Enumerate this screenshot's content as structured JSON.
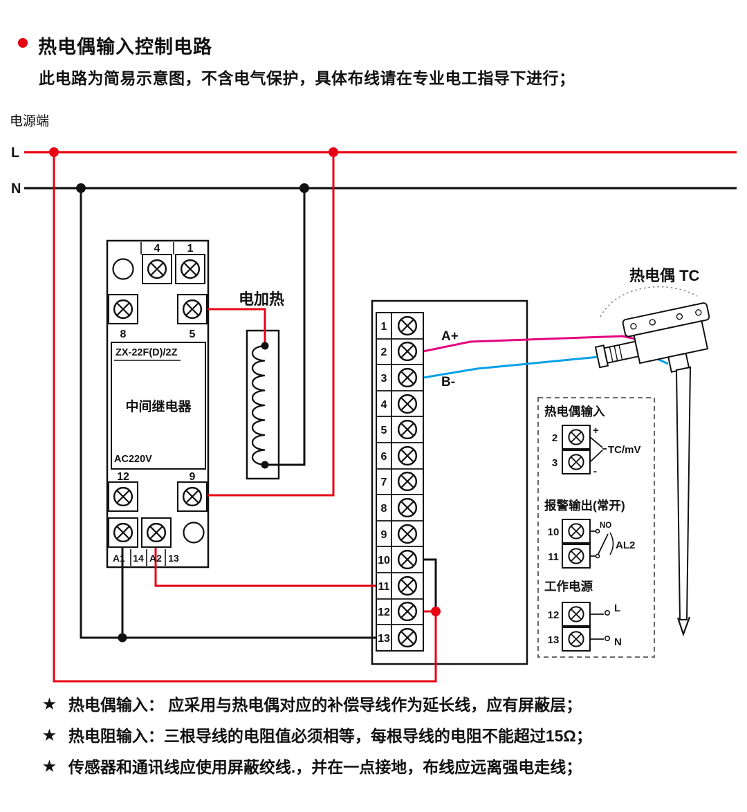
{
  "title": "热电偶输入控制电路",
  "subtitle": "此电路为简易示意图，不含电气保护，具体布线请在专业电工指导下进行；",
  "power": {
    "label": "电源端",
    "live": "L",
    "neutral": "N"
  },
  "relay": {
    "model": "ZX-22F(D)/2Z",
    "name": "中间继电器",
    "voltage": "AC220V",
    "top_terminals": [
      "4",
      "1"
    ],
    "mid_terminals": [
      "8",
      "5"
    ],
    "lower_terminals": [
      "12",
      "9"
    ],
    "bottom_terminals": [
      "A1",
      "14",
      "A2",
      "13"
    ]
  },
  "heater": {
    "label": "电加热"
  },
  "terminal_block": {
    "numbers": [
      "1",
      "2",
      "3",
      "4",
      "5",
      "6",
      "7",
      "8",
      "9",
      "10",
      "11",
      "12",
      "13"
    ]
  },
  "wires": {
    "a_plus": "A+",
    "b_minus": "B-"
  },
  "thermocouple": {
    "label": "热电偶 TC"
  },
  "io_panel": {
    "tc_input": {
      "title": "热电偶输入",
      "t2": "2",
      "t3": "3",
      "plus": "+",
      "minus": "-",
      "signal": "TC/mV"
    },
    "alarm": {
      "title": "报警输出(常开)",
      "t10": "10",
      "t11": "11",
      "contact": "NO",
      "output": "AL2"
    },
    "supply": {
      "title": "工作电源",
      "t12": "12",
      "t13": "13",
      "live": "L",
      "neutral": "N"
    }
  },
  "notes": {
    "star": "★",
    "items": [
      "热电偶输入： 应采用与热电偶对应的补偿导线作为延长线，应有屏蔽层；",
      "热电阻输入：三根导线的电阻值必须相等，每根导线的电阻不能超过15Ω；",
      "传感器和通讯线应使用屏蔽绞线.，并在一点接地，布线应远离强电走线；"
    ]
  },
  "colors": {
    "live_red": "#e60012",
    "wire_black": "#111111",
    "tc_plus_magenta": "#e4007f",
    "tc_minus_cyan": "#00a0e9"
  }
}
